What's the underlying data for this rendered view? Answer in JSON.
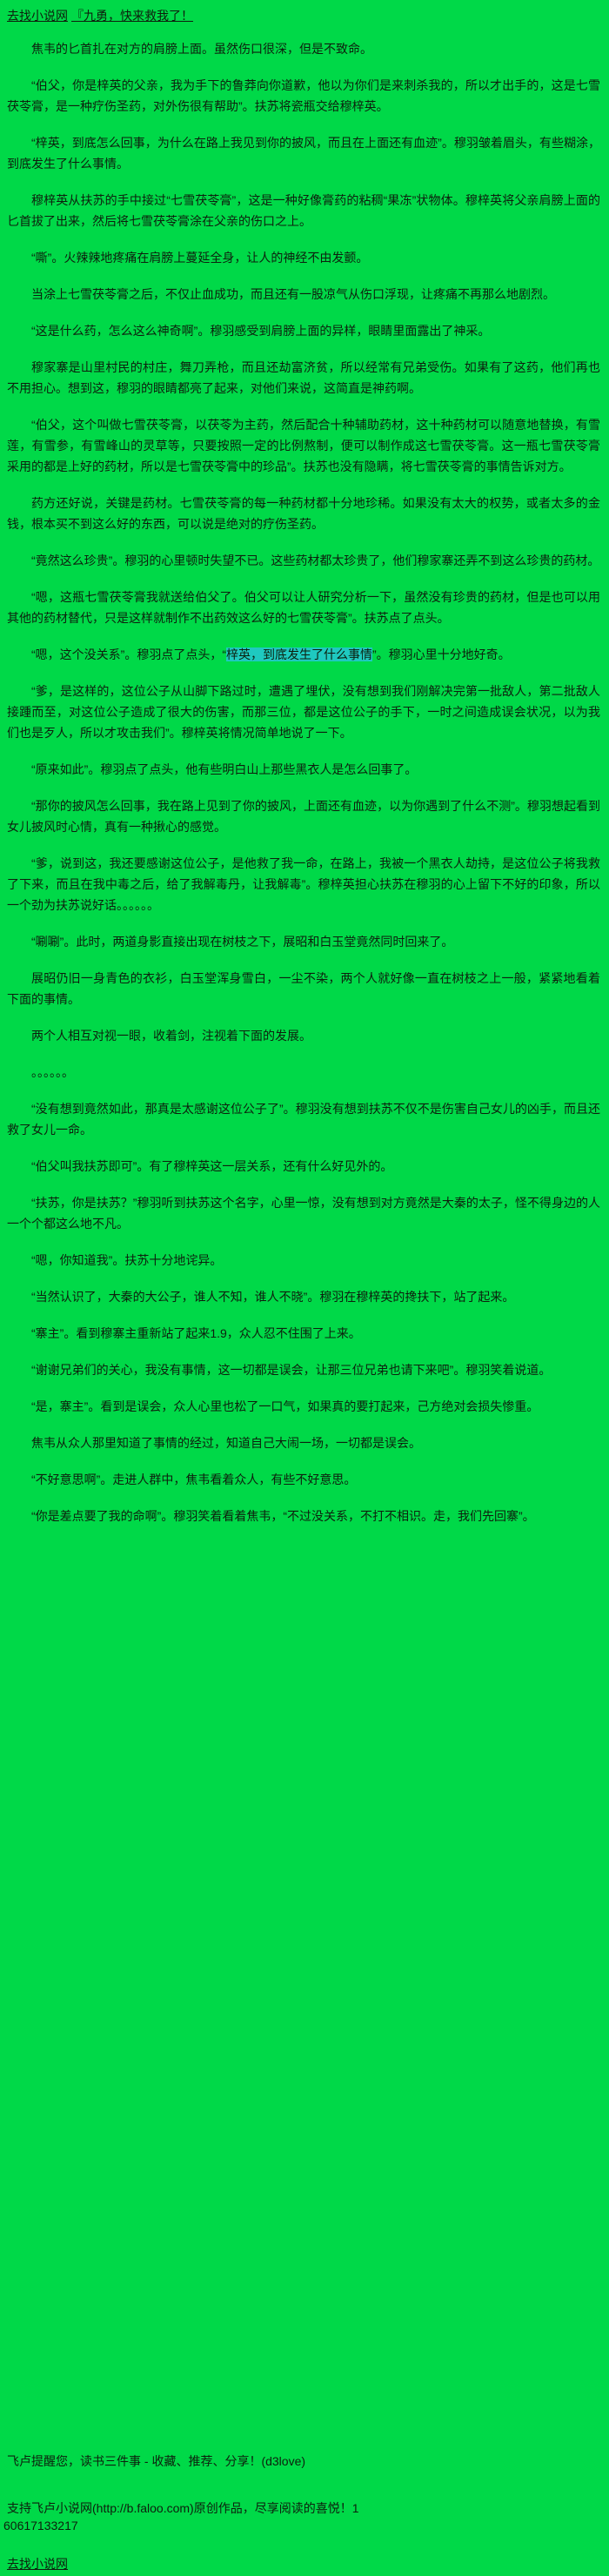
{
  "colors": {
    "background": "#00d948",
    "text": "#0d1f0d",
    "highlight": "#1fc9c0"
  },
  "header": {
    "site_name": "去找小说网",
    "chapter_title": "『九勇，快来救我了！"
  },
  "paragraphs": [
    {
      "text": "焦韦的匕首扎在对方的肩膀上面。虽然伤口很深，但是不致命。"
    },
    {
      "text": "“伯父，你是梓英的父亲，我为手下的鲁莽向你道歉，他以为你们是来刺杀我的，所以才出手的，这是七雪茯苓膏，是一种疗伤圣药，对外伤很有帮助”。扶苏将瓷瓶交给穆梓英。"
    },
    {
      "text": "“梓英，到底怎么回事，为什么在路上我见到你的披风，而且在上面还有血迹”。穆羽皱着眉头，有些糊涂，到底发生了什么事情。"
    },
    {
      "text": "穆梓英从扶苏的手中接过“七雪茯苓膏”，这是一种好像膏药的粘稠“果冻”状物体。穆梓英将父亲肩膀上面的匕首拔了出来，然后将七雪茯苓膏涂在父亲的伤口之上。"
    },
    {
      "text": "“嘶”。火辣辣地疼痛在肩膀上蔓延全身，让人的神经不由发颤。"
    },
    {
      "text": "当涂上七雪茯苓膏之后，不仅止血成功，而且还有一股凉气从伤口浮现，让疼痛不再那么地剧烈。"
    },
    {
      "text": "“这是什么药，怎么这么神奇啊”。穆羽感受到肩膀上面的异样，眼睛里面露出了神采。"
    },
    {
      "text": "穆家寨是山里村民的村庄，舞刀弄枪，而且还劫富济贫，所以经常有兄弟受伤。如果有了这药，他们再也不用担心。想到这，穆羽的眼睛都亮了起来，对他们来说，这简直是神药啊。"
    },
    {
      "text": "“伯父，这个叫做七雪茯苓膏，以茯苓为主药，然后配合十种辅助药材，这十种药材可以随意地替换，有雪莲，有雪参，有雪峰山的灵草等，只要按照一定的比例熬制，便可以制作成这七雪茯苓膏。这一瓶七雪茯苓膏采用的都是上好的药材，所以是七雪茯苓膏中的珍品”。扶苏也没有隐瞒，将七雪茯苓膏的事情告诉对方。"
    },
    {
      "text": "药方还好说，关键是药材。七雪茯苓膏的每一种药材都十分地珍稀。如果没有太大的权势，或者太多的金钱，根本买不到这么好的东西，可以说是绝对的疗伤圣药。"
    },
    {
      "text": "“竟然这么珍贵”。穆羽的心里顿时失望不已。这些药材都太珍贵了，他们穆家寨还弄不到这么珍贵的药材。"
    },
    {
      "text": "“嗯，这瓶七雪茯苓膏我就送给伯父了。伯父可以让人研究分析一下，虽然没有珍贵的药材，但是也可以用其他的药材替代，只是这样就制作不出药效这么好的七雪茯苓膏”。扶苏点了点头。"
    },
    {
      "segments": [
        {
          "text": "“嗯，这个没关系”。穆羽点了点头，“"
        },
        {
          "text": "梓英，到底发生了什么事情",
          "highlight": true
        },
        {
          "text": "”。穆羽心里十分地好奇。"
        }
      ]
    },
    {
      "text": "“爹，是这样的，这位公子从山脚下路过时，遭遇了埋伏，没有想到我们刚解决完第一批敌人，第二批敌人接踵而至，对这位公子造成了很大的伤害，而那三位，都是这位公子的手下，一时之间造成误会状况，以为我们也是歹人，所以才攻击我们”。穆梓英将情况简单地说了一下。"
    },
    {
      "text": "“原来如此”。穆羽点了点头，他有些明白山上那些黑衣人是怎么回事了。"
    },
    {
      "text": "“那你的披风怎么回事，我在路上见到了你的披风，上面还有血迹，以为你遇到了什么不测”。穆羽想起看到女儿披风时心情，真有一种揪心的感觉。"
    },
    {
      "text": "“爹，说到这，我还要感谢这位公子，是他救了我一命，在路上，我被一个黑衣人劫持，是这位公子将我救了下来，而且在我中毒之后，给了我解毒丹，让我解毒”。穆梓英担心扶苏在穆羽的心上留下不好的印象，所以一个劲为扶苏说好话。。。。。。"
    },
    {
      "text": "“唰唰”。此时，两道身影直接出现在树枝之下，展昭和白玉堂竟然同时回来了。"
    },
    {
      "text": "展昭仍旧一身青色的衣衫，白玉堂浑身雪白，一尘不染，两个人就好像一直在树枝之上一般，紧紧地看着下面的事情。"
    },
    {
      "text": "两个人相互对视一眼，收着剑，注视着下面的发展。"
    },
    {
      "text": "。。。。。。"
    },
    {
      "text": "“没有想到竟然如此，那真是太感谢这位公子了”。穆羽没有想到扶苏不仅不是伤害自己女儿的凶手，而且还救了女儿一命。"
    },
    {
      "text": "“伯父叫我扶苏即可”。有了穆梓英这一层关系，还有什么好见外的。"
    },
    {
      "text": "“扶苏，你是扶苏？”穆羽听到扶苏这个名字，心里一惊，没有想到对方竟然是大秦的太子，怪不得身边的人一个个都这么地不凡。"
    },
    {
      "text": "“嗯，你知道我”。扶苏十分地诧异。"
    },
    {
      "text": "“当然认识了，大秦的大公子，谁人不知，谁人不晓”。穆羽在穆梓英的搀扶下，站了起来。"
    },
    {
      "text": "“寨主”。看到穆寨主重新站了起来1.9，众人忍不住围了上来。"
    },
    {
      "text": "“谢谢兄弟们的关心，我没有事情，这一切都是误会，让那三位兄弟也请下来吧”。穆羽笑着说道。"
    },
    {
      "text": "“是，寨主”。看到是误会，众人心里也松了一口气，如果真的要打起来，己方绝对会损失惨重。"
    },
    {
      "text": "焦韦从众人那里知道了事情的经过，知道自己大闹一场，一切都是误会。"
    },
    {
      "text": "“不好意思啊”。走进人群中，焦韦看着众人，有些不好意思。"
    },
    {
      "text": "“你是差点要了我的命啊”。穆羽笑着看着焦韦，“不过没关系，不打不相识。走，我们先回寨”。"
    }
  ],
  "footer": {
    "reminder": "飞卢提醒您，读书三件事 - 收藏、推荐、分享！(d3love)",
    "support": "支持飞卢小说网(http://b.faloo.com)原创作品，尽享阅读的喜悦！1",
    "code": "60617133217",
    "site_name": "去找小说网"
  }
}
